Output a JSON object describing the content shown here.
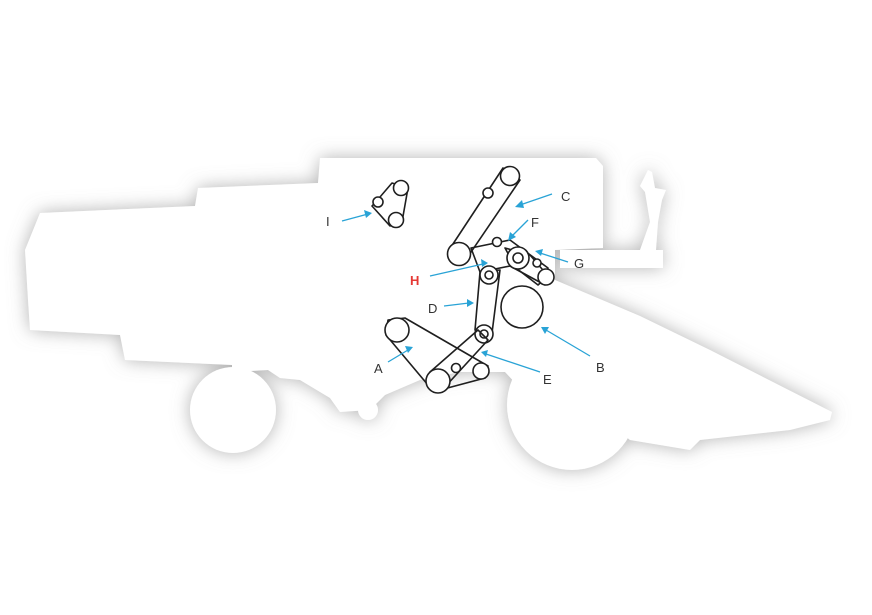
{
  "diagram": {
    "labels": {
      "A": "A",
      "B": "B",
      "C": "C",
      "D": "D",
      "E": "E",
      "F": "F",
      "G": "G",
      "H": "H",
      "I": "I"
    },
    "highlighted_label": "H",
    "colors": {
      "label_text": "#333333",
      "highlight": "#e53935",
      "arrow": "#29a3d6",
      "belt": "#1f1f1f",
      "silhouette": "#ffffff",
      "shadow": "#bfbfbf"
    }
  }
}
